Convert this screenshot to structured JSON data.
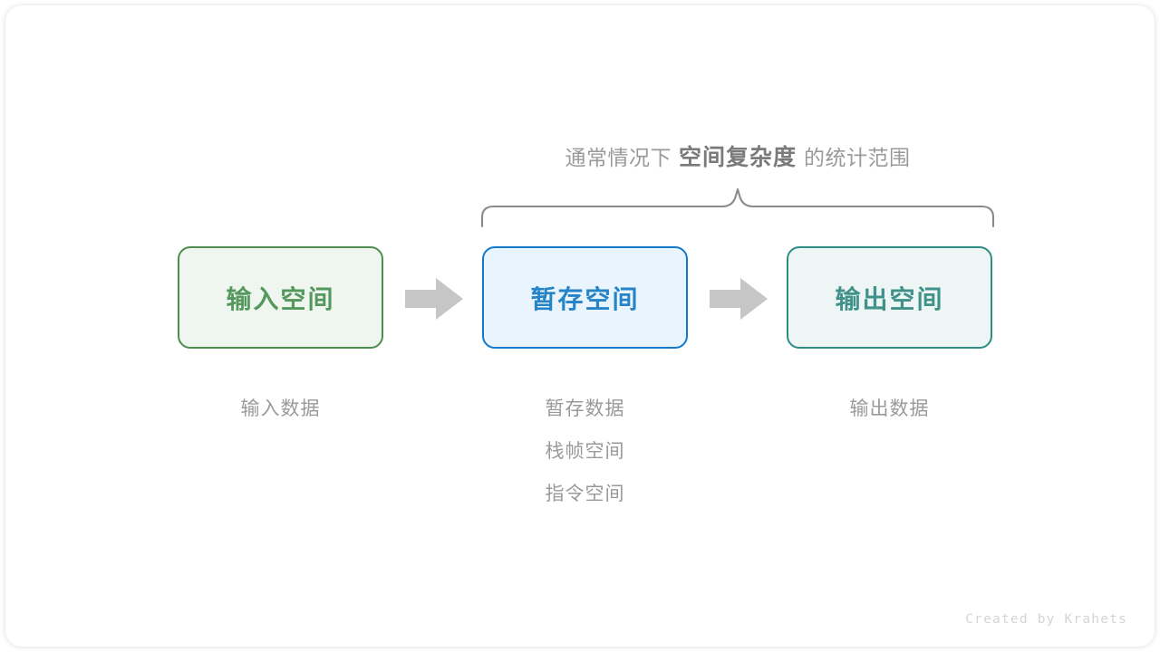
{
  "figure": {
    "caption": {
      "prefix": "通常情况下",
      "emphasis": "空间复杂度",
      "suffix": "的统计范围"
    },
    "brace": {
      "name": "curly-brace",
      "covers": [
        "暂存空间",
        "输出空间"
      ],
      "stroke_color": "#8a8a8a"
    },
    "boxes": [
      {
        "id": "input",
        "label": "输入空间",
        "fill": "#eff6ef",
        "border": "#4f8d4f",
        "text_color": "#55985d",
        "sublabels": [
          "输入数据"
        ]
      },
      {
        "id": "buffer",
        "label": "暂存空间",
        "fill": "#e9f4fc",
        "border": "#1579c9",
        "text_color": "#2583c8",
        "sublabels": [
          "暂存数据",
          "栈帧空间",
          "指令空间"
        ]
      },
      {
        "id": "output",
        "label": "输出空间",
        "fill": "#edf6f4",
        "border": "#2f8c85",
        "text_color": "#3f9189",
        "sublabels": [
          "输出数据"
        ]
      }
    ],
    "arrows": [
      {
        "id": "arrow-1",
        "from": "input",
        "to": "buffer",
        "color": "#c6c6c6"
      },
      {
        "id": "arrow-2",
        "from": "buffer",
        "to": "output",
        "color": "#c6c6c6"
      }
    ],
    "watermark": "Created by Krahets"
  }
}
